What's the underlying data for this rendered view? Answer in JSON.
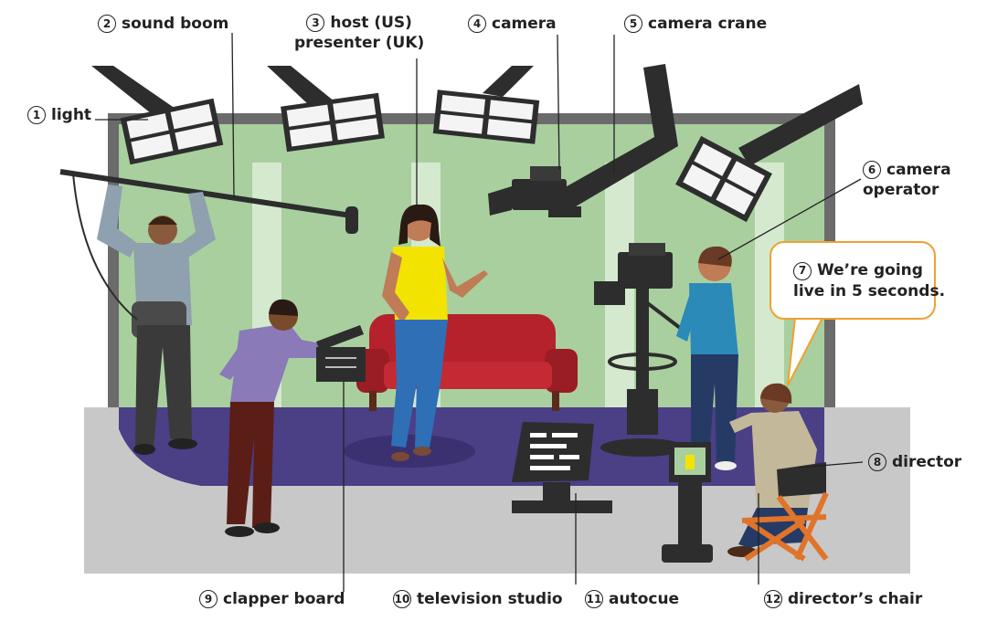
{
  "labels": {
    "light": {
      "num": "1",
      "text": "light"
    },
    "sound_boom": {
      "num": "2",
      "text": "sound boom"
    },
    "host": {
      "num": "3",
      "line1": "host (US)",
      "line2": "presenter (UK)"
    },
    "camera": {
      "num": "4",
      "text": "camera"
    },
    "camera_crane": {
      "num": "5",
      "text": "camera crane"
    },
    "camera_operator": {
      "num": "6",
      "line1": "camera",
      "line2": "operator"
    },
    "speech": {
      "num": "7",
      "line1": "We’re going",
      "line2": "live in 5 seconds."
    },
    "director": {
      "num": "8",
      "text": "director"
    },
    "clapper_board": {
      "num": "9",
      "text": "clapper board"
    },
    "television_studio": {
      "num": "10",
      "text": "television studio"
    },
    "autocue": {
      "num": "11",
      "text": "autocue"
    },
    "directors_chair": {
      "num": "12",
      "text": "director’s chair"
    }
  },
  "colors": {
    "wall": "#a9cf9f",
    "frame": "#6b6b6b",
    "floor": "#c8c8c8",
    "stage": "#4b3f86",
    "sofa": "#b5222c",
    "host_top": "#f2e400",
    "host_jeans": "#2f6fb6",
    "accent_orange": "#f0a030"
  }
}
